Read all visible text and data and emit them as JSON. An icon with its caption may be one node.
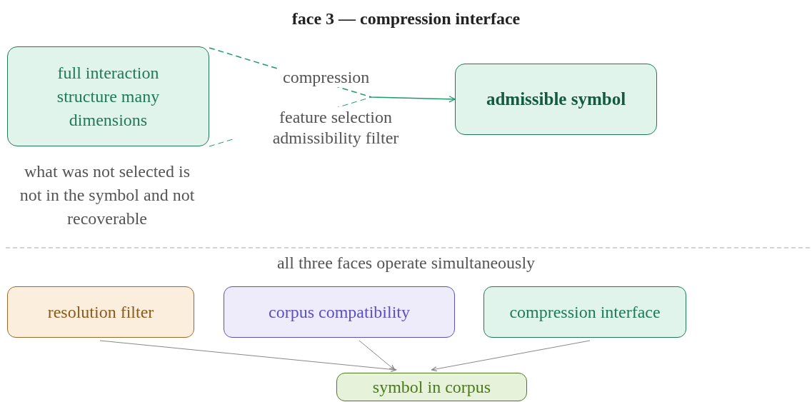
{
  "diagram": {
    "title": "face 3 — compression interface",
    "nodes": [
      {
        "text": [
          "full interaction structure many dimensions"
        ],
        "beside": [
          "what was not selected is not in the symbol and not recoverable"
        ]
      },
      {
        "text": [
          "admissible symbol"
        ]
      },
      {
        "text": [
          "resolution filter"
        ]
      },
      {
        "text": [
          "corpus compatibility"
        ]
      },
      {
        "text": [
          "compression interface"
        ]
      },
      {
        "text": [
          "symbol in corpus"
        ]
      }
    ],
    "edges": [
      {
        "from": 0,
        "to": 1,
        "arrow": "to",
        "label": "compression",
        "color": "#1f9a6a",
        "style": "dashed"
      },
      {
        "from": 2,
        "to": 5,
        "arrow": "to"
      },
      {
        "from": 3,
        "to": 5,
        "arrow": "to"
      },
      {
        "from": 4,
        "to": 5,
        "arrow": "to"
      }
    ],
    "labels": [
      "feature selection admissibility filter",
      "all three faces operate simultaneously"
    ]
  }
}
